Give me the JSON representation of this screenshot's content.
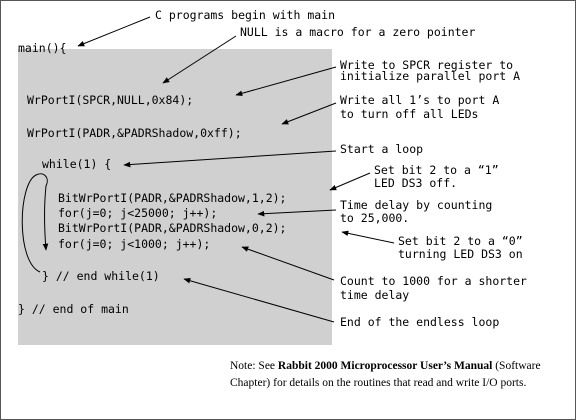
{
  "code": {
    "lines": [
      "main(){",
      "WrPortI(SPCR,NULL,0x84);",
      "WrPortI(PADR,&PADRShadow,0xff);",
      "while(1) {",
      "BitWrPortI(PADR,&PADRShadow,1,2);",
      "for(j=0; j<25000; j++);",
      "BitWrPortI(PADR,&PADRShadow,0,2);",
      "for(j=0; j<1000; j++);",
      "} // end while(1)",
      "} //  end of main"
    ]
  },
  "annotations": {
    "main": "C programs begin with main",
    "null": "NULL is a macro for a zero pointer",
    "spcr_1": "Write to SPCR register to",
    "spcr_2": "initialize parallel port A",
    "padr_1": "Write all 1’s to port A",
    "padr_2": "to turn off all LEDs",
    "loop": "Start a loop",
    "bit1_1": "Set bit 2 to a “1”",
    "bit1_2": "LED DS3 off.",
    "delay1_1": "Time delay by counting",
    "delay1_2": "to 25,000.",
    "bit0_1": "Set bit 2 to a “0”",
    "bit0_2": "turning LED DS3 on",
    "delay2_1": "Count to 1000 for a shorter",
    "delay2_2": "time delay",
    "end": "End of the endless loop"
  },
  "note": {
    "prefix": "Note: See ",
    "manual": "Rabbit 2000 Microprocessor User’s Manual",
    "rest": " (Software Chapter) for details on the routines that read and write I/O ports."
  },
  "colors": {
    "panel": "#d0d0d0",
    "ink": "#000000"
  }
}
